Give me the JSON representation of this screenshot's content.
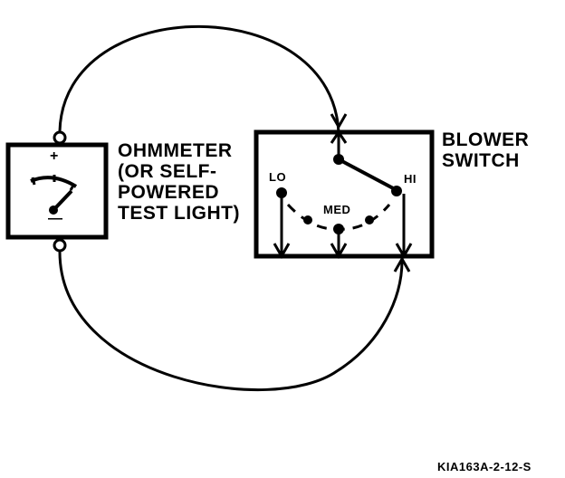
{
  "labels": {
    "ohmmeter_line1": "OHMMETER",
    "ohmmeter_line2": "(OR SELF-",
    "ohmmeter_line3": "POWERED",
    "ohmmeter_line4": "TEST LIGHT)",
    "blower_line1": "BLOWER",
    "blower_line2": "SWITCH",
    "lo": "LO",
    "med": "MED",
    "hi": "HI",
    "meter_plus": "+",
    "meter_minus": "—",
    "figure_id": "KIA163A-2-12-S"
  }
}
